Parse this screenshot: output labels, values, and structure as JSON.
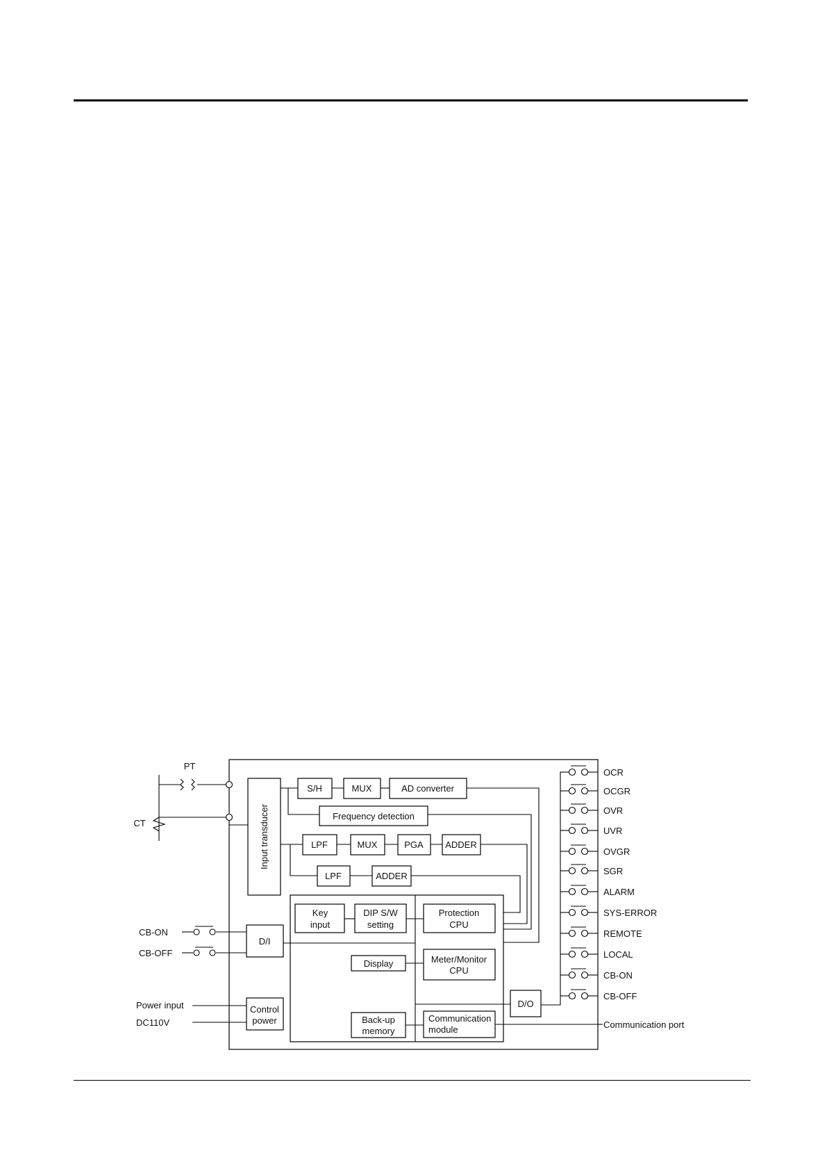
{
  "blocks": {
    "sh": "S/H",
    "mux1": "MUX",
    "adc": "AD converter",
    "freq": "Frequency detection",
    "lpf1": "LPF",
    "mux2": "MUX",
    "pga": "PGA",
    "adder1": "ADDER",
    "lpf2": "LPF",
    "adder2": "ADDER",
    "input_transducer": "Input transducer",
    "key_input": [
      "Key",
      "input"
    ],
    "dip_sw": [
      "DIP S/W",
      "setting"
    ],
    "protection_cpu": [
      "Protection",
      "CPU"
    ],
    "display": "Display",
    "meter_cpu": [
      "Meter/Monitor",
      "CPU"
    ],
    "di": "D/I",
    "do": "D/O",
    "control_power": [
      "Control",
      "power"
    ],
    "backup_memory": [
      "Back-up",
      "memory"
    ],
    "comm_module": [
      "Communication",
      "module"
    ]
  },
  "inputs": {
    "pt": "PT",
    "ct": "CT",
    "cb_on": "CB-ON",
    "cb_off": "CB-OFF",
    "power_input": "Power input",
    "dc110v": "DC110V"
  },
  "outputs": [
    "OCR",
    "OCGR",
    "OVR",
    "UVR",
    "OVGR",
    "SGR",
    "ALARM",
    "SYS-ERROR",
    "REMOTE",
    "LOCAL",
    "CB-ON",
    "CB-OFF"
  ],
  "comm_port": "Communication port"
}
